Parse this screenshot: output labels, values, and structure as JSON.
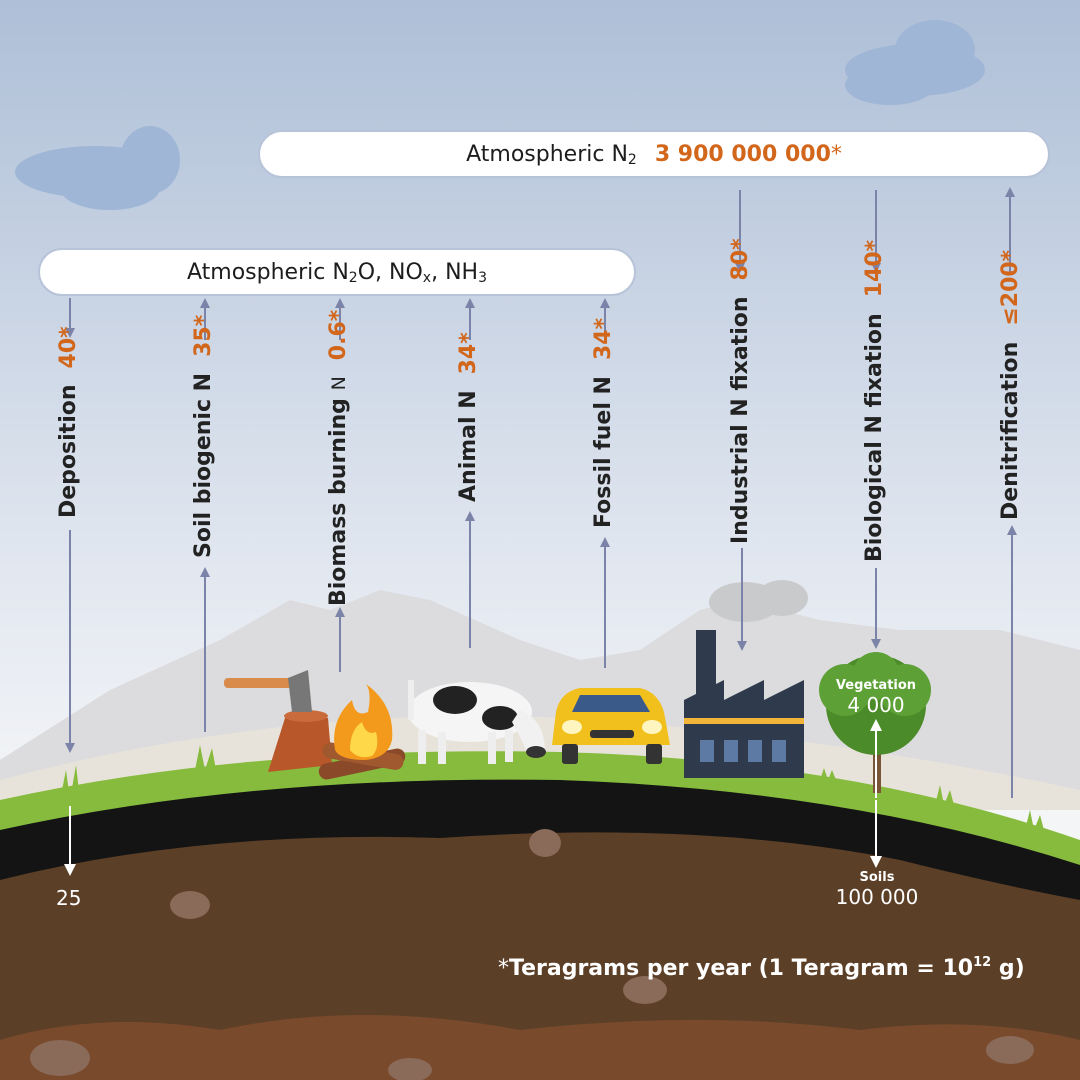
{
  "top_box": {
    "label": "Atmospheric N",
    "sub": "2",
    "value": "3 900 000 000",
    "star": "*"
  },
  "mid_box": {
    "label_a": "Atmospheric N",
    "sub1": "2",
    "label_b": "O, NO",
    "sub2": "x",
    "label_c": ", NH",
    "sub3": "3"
  },
  "fluxes": [
    {
      "label": "Deposition",
      "value": "40",
      "star": "*"
    },
    {
      "label": "Soil biogenic N",
      "value": "35",
      "star": "*"
    },
    {
      "label": "Biomass burning",
      "label_suffix": "N",
      "value": "0.6",
      "star": "*"
    },
    {
      "label": "Animal N",
      "value": "34",
      "star": "*"
    },
    {
      "label": "Fossil fuel N",
      "value": "34",
      "star": "*"
    },
    {
      "label": "Industrial N fixation",
      "value": "80",
      "star": "*"
    },
    {
      "label": "Biological N fixation",
      "value": "140",
      "star": "*"
    },
    {
      "label": "Denitrification",
      "value": "≤200",
      "star": "*"
    }
  ],
  "pools": {
    "deposition_pool": "25",
    "vegetation": {
      "title": "Vegetation",
      "value": "4 000"
    },
    "soils": {
      "title": "Soils",
      "value": "100 000"
    }
  },
  "footnote": {
    "star": "*",
    "text": "Teragrams per year (1 Teragram = 10",
    "exp": "12",
    "unit": " g)"
  },
  "colors": {
    "value_orange": "#d2661b",
    "arrow": "#7b83a8",
    "soil": "#5c3f27",
    "grass": "#86bb3d"
  }
}
